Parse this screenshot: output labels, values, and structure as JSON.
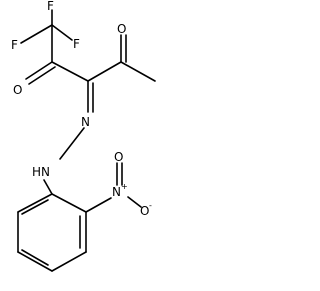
{
  "molecule": {
    "atoms": {
      "f_top": "F",
      "f_left": "F",
      "f_right": "F",
      "o_ketone_left": "O",
      "o_ketone_right": "O",
      "n_hydrazone": "N",
      "nh": "HN",
      "n_nitro": "N",
      "n_nitro_charge": "+",
      "o_nitro_double": "O",
      "o_nitro_single": "O",
      "o_nitro_charge": "-"
    }
  }
}
